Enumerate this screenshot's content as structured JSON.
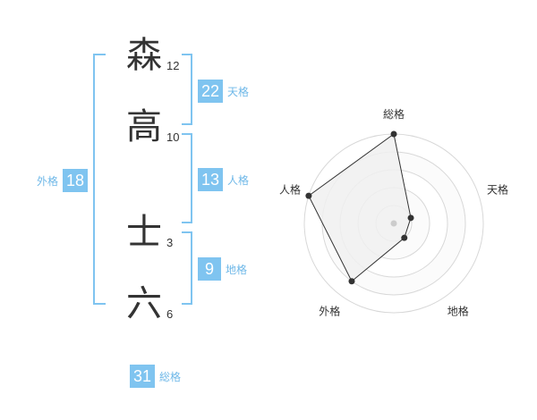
{
  "name": {
    "chars": [
      {
        "char": "森",
        "strokes": "12"
      },
      {
        "char": "高",
        "strokes": "10"
      },
      {
        "char": "士",
        "strokes": "3"
      },
      {
        "char": "六",
        "strokes": "6"
      }
    ]
  },
  "scores": {
    "tenkaku": {
      "value": "22",
      "label": "天格"
    },
    "jinkaku": {
      "value": "13",
      "label": "人格"
    },
    "chikaku": {
      "value": "9",
      "label": "地格"
    },
    "gaikaku": {
      "value": "18",
      "label": "外格"
    },
    "soukaku": {
      "value": "31",
      "label": "総格"
    }
  },
  "chart_data": {
    "type": "radar",
    "axes": [
      "総格",
      "天格",
      "地格",
      "外格",
      "人格"
    ],
    "values": [
      5,
      1,
      1,
      4,
      5
    ],
    "max": 5,
    "grid_rings": 5,
    "colors": {
      "fill": "#f0f0f0",
      "line": "#333333",
      "grid": "#d8d8d8",
      "accent": "#7fc4f0"
    }
  }
}
